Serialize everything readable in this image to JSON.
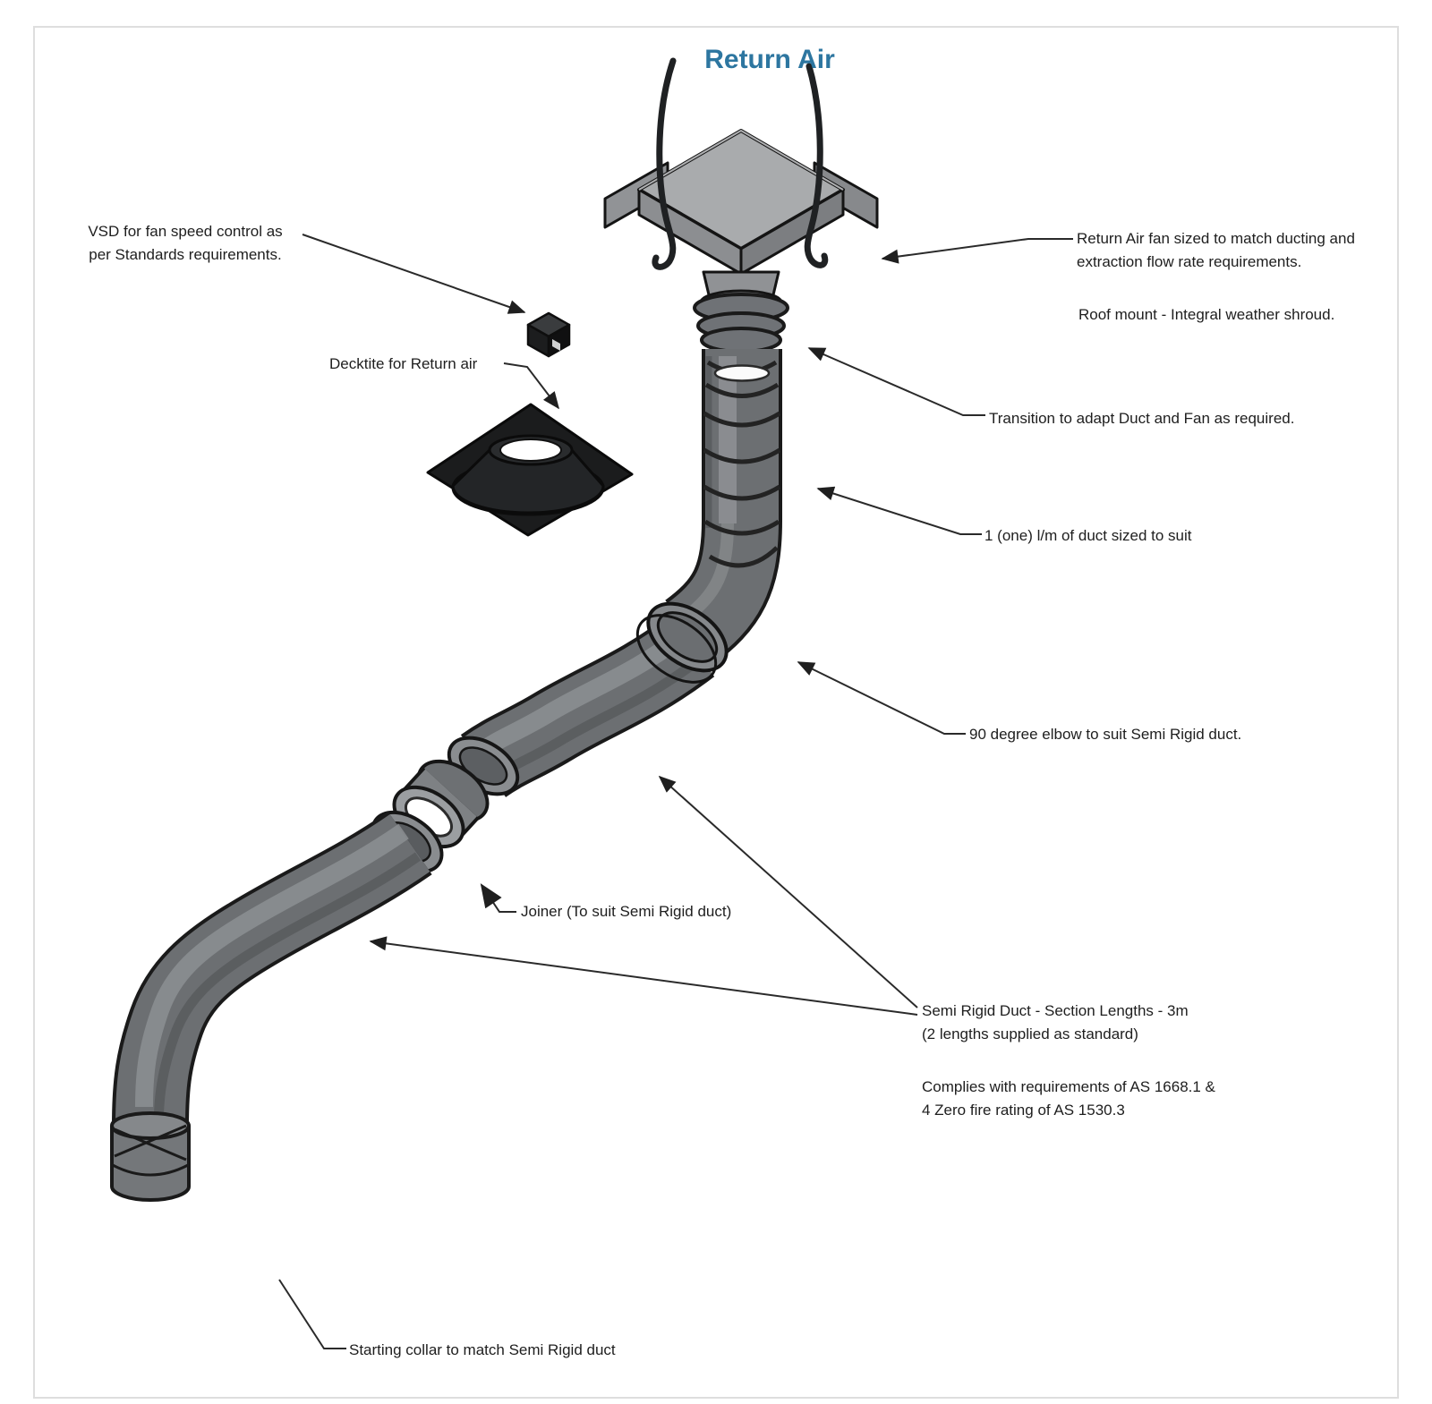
{
  "title": "Return Air",
  "labels": {
    "vsd": "VSD for fan speed control as\nper Standards requirements.",
    "decktite": "Decktite for Return air",
    "fan": "Return Air fan sized to match ducting and\nextraction flow rate requirements.",
    "roof_mount": "Roof mount - Integral weather shroud.",
    "transition": "Transition to adapt Duct and Fan as required.",
    "duct_length": "1 (one) l/m of duct sized to suit",
    "elbow": "90 degree elbow to suit Semi Rigid duct.",
    "joiner": "Joiner (To suit Semi Rigid duct)",
    "semi_rigid": "Semi Rigid Duct - Section Lengths - 3m\n(2 lengths supplied as standard)",
    "complies": "Complies with requirements of AS 1668.1 &\n4 Zero fire rating of AS 1530.3",
    "starting_collar": "Starting collar to match Semi Rigid duct"
  },
  "colors": {
    "title_blue": "#2d76a0",
    "duct_gray": "#6c6f72",
    "duct_highlight": "#8f9295",
    "fan_top_gray": "#a9abad",
    "black_component": "#1b1c1d",
    "outline": "#1a1a1a",
    "background": "#ffffff"
  }
}
